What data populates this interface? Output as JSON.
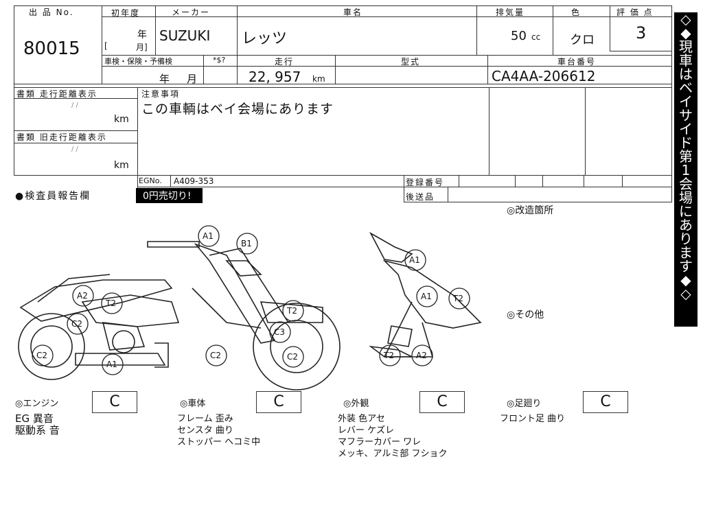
{
  "header_labels": {
    "lot_no": "出 品 No.",
    "first_reg_year": "初年度",
    "maker": "メーカー",
    "model_name": "車名",
    "displacement": "排気量",
    "color": "色",
    "grade": "評 価 点",
    "inspection": "車検・保険・予備検",
    "price_code": "*$?",
    "mileage": "走行",
    "model_type": "型式",
    "chassis_no": "車台番号",
    "docs_mileage": "書類 走行距離表示",
    "docs_old_mileage": "書類 旧走行距離表示",
    "notes": "注意事項",
    "eg_no": "EGNo.",
    "reg_no": "登録番号",
    "shipping": "後送品"
  },
  "values": {
    "lot_no": "80015",
    "year_unit": "年",
    "bracket_open": "[",
    "month_unit": "月]",
    "maker": "SUZUKI",
    "model_name": "レッツ",
    "displacement": "50",
    "displacement_unit": "cc",
    "color": "クロ",
    "grade": "3",
    "insp_year": "年",
    "insp_month": "月",
    "mileage": "22, 957",
    "mileage_unit": "km",
    "chassis_no": "CA4AA-206612",
    "docs_date": "/ /",
    "docs_unit": "km",
    "old_date": "/ /",
    "old_unit": "km",
    "notes_text": "この車輌はベイ会場にあります",
    "eg_no": "A409-353",
    "sell_badge": "0円売切り!"
  },
  "sections": {
    "inspector": "●検査員報告欄",
    "modified": "◎改造箇所",
    "other": "◎その他"
  },
  "damage_marks": [
    {
      "code": "A1"
    },
    {
      "code": "B1"
    },
    {
      "code": "A2"
    },
    {
      "code": "T2"
    },
    {
      "code": "C2"
    },
    {
      "code": "T2"
    },
    {
      "code": "C3"
    },
    {
      "code": "C2"
    },
    {
      "code": "C2"
    },
    {
      "code": "A1"
    },
    {
      "code": "A1"
    },
    {
      "code": "A1"
    },
    {
      "code": "T2"
    },
    {
      "code": "T2"
    },
    {
      "code": "A2"
    }
  ],
  "ratings": [
    {
      "label": "◎エンジン",
      "grade": "C",
      "notes": [
        "EG 異音",
        "駆動系 音"
      ]
    },
    {
      "label": "◎車体",
      "grade": "C",
      "notes": [
        "フレーム 歪み",
        "センスタ 曲り",
        "ストッパー ヘコミ中"
      ]
    },
    {
      "label": "◎外観",
      "grade": "C",
      "notes": [
        "外装 色アセ",
        "レバー ケズレ",
        "マフラーカバー ワレ",
        "メッキ、アルミ部 フショク"
      ]
    },
    {
      "label": "◎足廻り",
      "grade": "C",
      "notes": [
        "フロント足 曲り"
      ]
    }
  ],
  "side_banner": "◇◆現車はベイサイド第1会場にあります◆◇"
}
